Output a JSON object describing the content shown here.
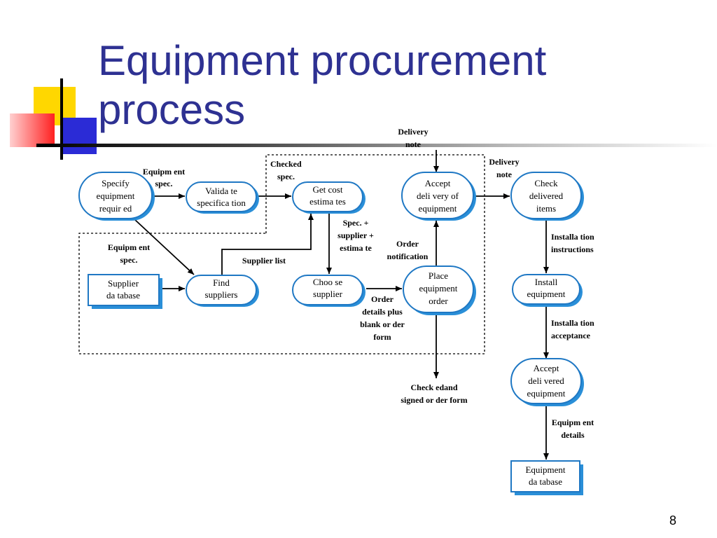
{
  "slide": {
    "title_line1": "Equipment procurement",
    "title_line2": "process",
    "page_number": "8"
  },
  "colors": {
    "title": "#2e3192",
    "node_fill": "#ffffff",
    "node_border": "#1f78c4",
    "node_shadow": "#2a8fd8",
    "deco_yellow": "#ffd700",
    "deco_red": "#ff2020",
    "deco_blue": "#2b2bd6"
  },
  "processes": {
    "specify": [
      "Specify",
      "equipment",
      "requir ed"
    ],
    "validate": [
      "Valida te",
      "specifica tion"
    ],
    "get_cost": [
      "Get cost",
      "estima tes"
    ],
    "accept_delivery": [
      "Accept",
      "deli very of",
      "equipment"
    ],
    "check_delivered": [
      "Check",
      "delivered",
      "items"
    ],
    "find_suppliers": [
      "Find",
      "suppliers"
    ],
    "choose_supplier": [
      "Choo se",
      "supplier"
    ],
    "place_order": [
      "Place",
      "equipment",
      "order"
    ],
    "install": [
      "Install",
      "equipment"
    ],
    "accept_equipment": [
      "Accept",
      "deli vered",
      "equipment"
    ]
  },
  "stores": {
    "supplier_db": [
      "Supplier",
      "da tabase"
    ],
    "equipment_db": [
      "Equipment",
      "da tabase"
    ]
  },
  "labels": {
    "equip_spec_1": [
      "Equipm ent",
      "spec."
    ],
    "equip_spec_2": [
      "Equipm ent",
      "spec."
    ],
    "checked_spec": [
      "Checked",
      "spec."
    ],
    "delivery_note_top": [
      "Delivery",
      "note"
    ],
    "delivery_note_right": [
      "Delivery",
      "note"
    ],
    "spec_supplier_estimate": [
      "Spec. +",
      "supplier +",
      "estima te"
    ],
    "order_notification": [
      "Order",
      "notification"
    ],
    "supplier_list": [
      "Supplier list"
    ],
    "order_details": [
      "Order",
      "details plus",
      "blank or der",
      "form"
    ],
    "checked_signed": [
      "Check edand",
      "signed or der form"
    ],
    "installation_instructions": [
      "Installa tion",
      "instructions"
    ],
    "installation_acceptance": [
      "Installa tion",
      "acceptance"
    ],
    "equipment_details": [
      "Equipm ent",
      "details"
    ]
  }
}
